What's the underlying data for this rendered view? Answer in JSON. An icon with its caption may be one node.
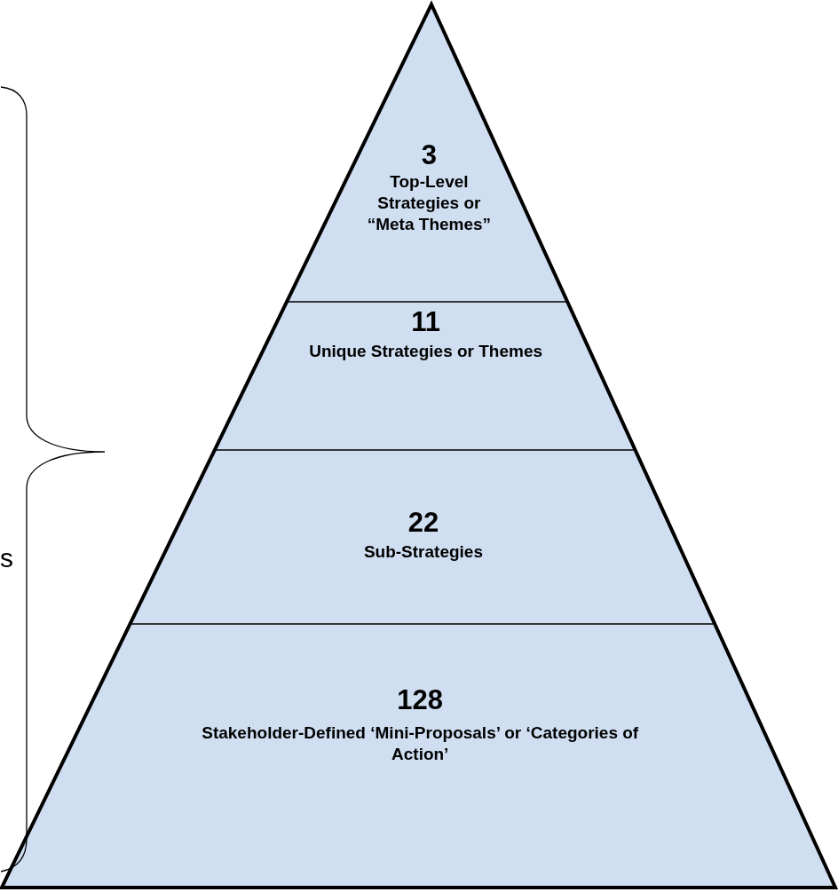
{
  "diagram": {
    "nodes": [
      {
        "text": [
          "3",
          "Top-Level Strategies or “Meta Themes”"
        ]
      },
      {
        "text": [
          "11",
          "Unique Strategies or Themes"
        ]
      },
      {
        "text": [
          "22",
          "Sub-Strategies"
        ]
      },
      {
        "text": [
          "128",
          "Stakeholder-Defined ‘Mini-Proposals’ or ‘Categories of Action’"
        ]
      }
    ],
    "labels": [
      "s"
    ]
  }
}
